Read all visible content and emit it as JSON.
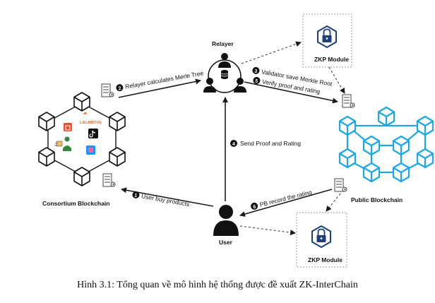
{
  "nodes": {
    "relayer": "Relayer",
    "zkp_top": "ZKP Module",
    "zkp_bottom": "ZKP Module",
    "consortium": "Consortium Blockchain",
    "public": "Public Blockchain",
    "user": "User",
    "lalamove": "LALAMOVE"
  },
  "steps": [
    {
      "num": "1",
      "text": "User buy products"
    },
    {
      "num": "2",
      "text": "Relayer calculates Merle Tree"
    },
    {
      "num": "3",
      "text": "Validator save Merkle Root"
    },
    {
      "num": "4",
      "text": "Send Proof and Rating"
    },
    {
      "num": "5",
      "text": "Verify proof and rating"
    },
    {
      "num": "6",
      "text": "PB record the rating"
    }
  ],
  "caption": "Hình 3.1: Tổng quan về mô hình hệ thống được đề xuất ZK-InterChain",
  "colors": {
    "public_chain": "#1aa7e8",
    "line": "#1a1a1a",
    "shopee": "#ee4d2d",
    "lalamove": "#f16622",
    "tiki": "#1a94ff",
    "zkp_icon": "#1d3f7a"
  }
}
